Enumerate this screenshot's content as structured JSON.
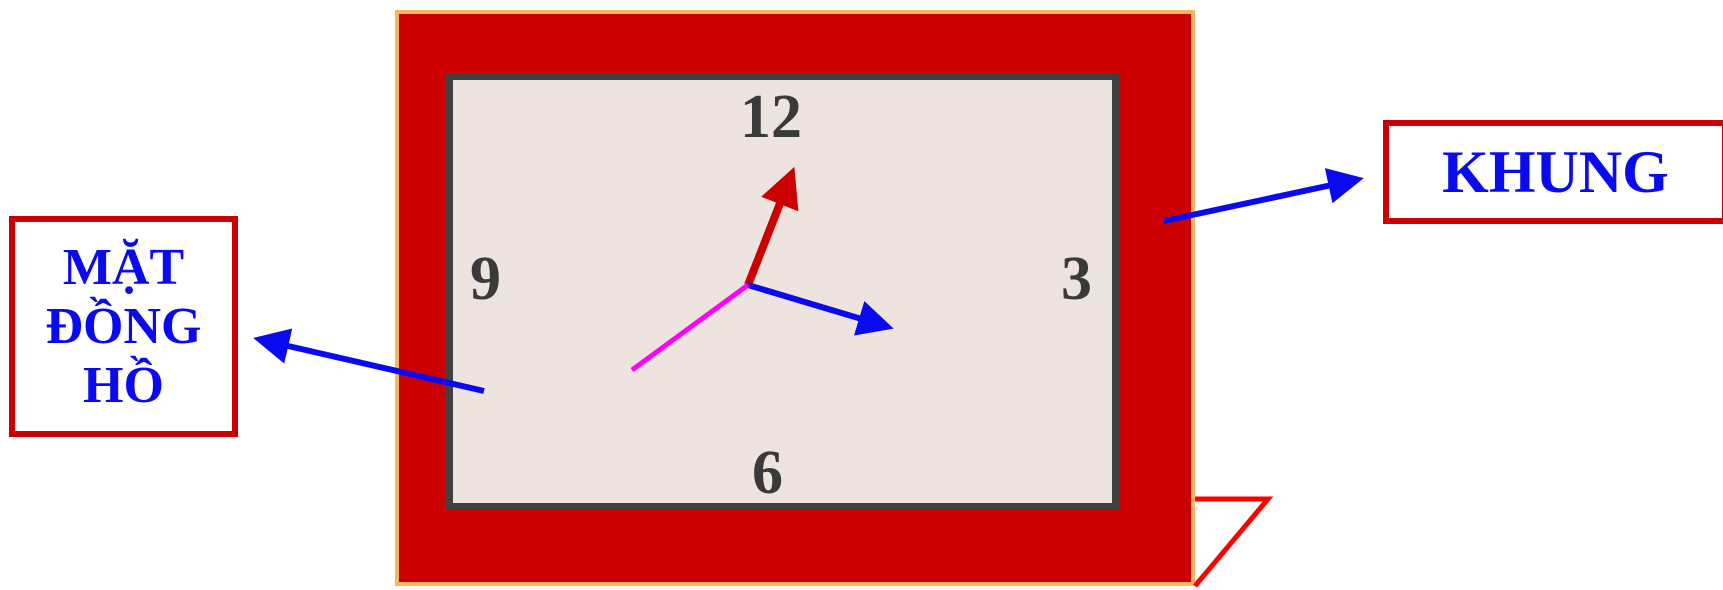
{
  "clock": {
    "numbers": {
      "twelve": "12",
      "three": "3",
      "six": "6",
      "nine": "9"
    }
  },
  "labels": {
    "khung": "KHUNG",
    "mat_dong_ho": {
      "line1": "MẶT",
      "line2": "ĐỒNG",
      "line3": "HỒ"
    }
  },
  "colors": {
    "frame": "#cc0000",
    "frame_border": "#f4b860",
    "face": "#ede3df",
    "face_border": "#404040",
    "numbers": "#3a3a3a",
    "label_text": "#0a0af0",
    "label_border": "#cc0000",
    "hour_hand": "#cc0000",
    "minute_hand": "#0a0af0",
    "second_hand": "#ff00ff",
    "arrows": "#0a0af0",
    "corner_mark": "#ff0000"
  }
}
